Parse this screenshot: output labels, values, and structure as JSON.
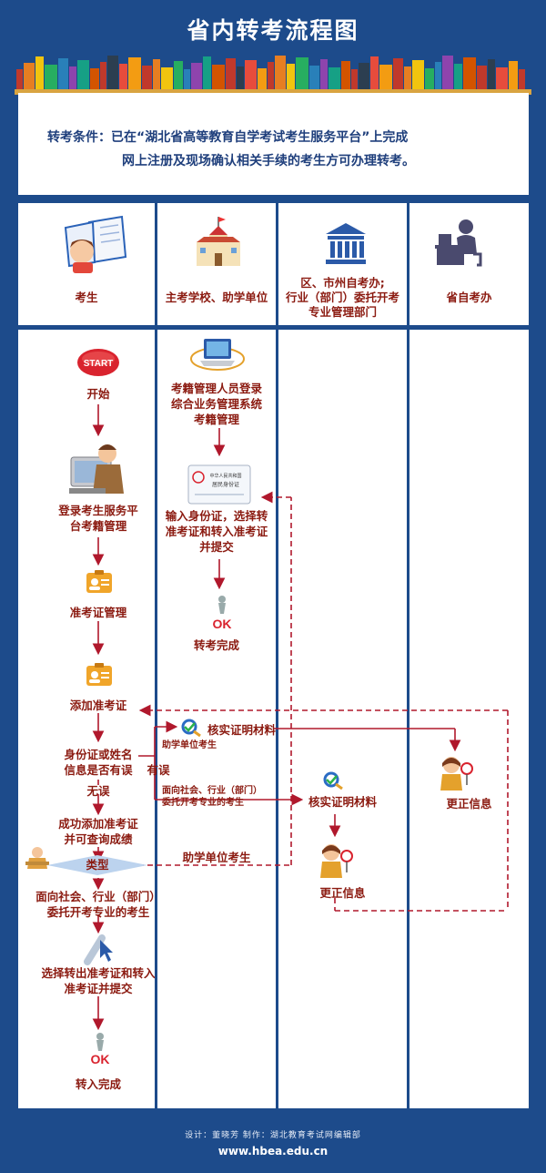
{
  "title": "省内转考流程图",
  "condition": {
    "label": "转考条件：",
    "line1": "已在“湖北省高等教育自学考试考生服务平台”上完成",
    "line2": "网上注册及现场确认相关手续的考生方可办理转考。"
  },
  "columns": {
    "candidate": "考生",
    "school_line1": "主考学校、助学单位",
    "district_line1": "区、市州自考办;",
    "district_line2": "行业（部门）委托开考",
    "district_line3": "专业管理部门",
    "province": "省自考办"
  },
  "flow": {
    "start_badge": "START",
    "start": "开始",
    "login_line1": "登录考生服务平",
    "login_line2": "台考籍管理",
    "admission_mgmt": "准考证管理",
    "add_admission": "添加准考证",
    "check_line1": "身份证或姓名",
    "check_line2": "信息是否有误",
    "no_error": "无误",
    "has_error": "有误",
    "success_line1": "成功添加准考证",
    "success_line2": "并可查询成绩",
    "type": "类型",
    "social_line1": "面向社会、行业（部门）",
    "social_line2": "委托开考专业的考生",
    "select_line1": "选择转出准考证和转入",
    "select_line2": "准考证并提交",
    "ok_badge": "OK",
    "transfer_in_done": "转入完成",
    "school_login_line1": "考籍管理人员登录",
    "school_login_line2": "综合业务管理系统",
    "school_login_line3": "考籍管理",
    "id_card_title": "中华人民共和国",
    "id_card_sub": "居民身份证",
    "input_line1": "输入身份证，选择转",
    "input_line2": "准考证和转入准考证",
    "input_line3": "并提交",
    "transfer_done": "转考完成",
    "verify_top": "核实证明材料",
    "assist_candidate_small": "助学单位考生",
    "social_small_line1": "面向社会、行业（部门）",
    "social_small_line2": "委托开考专业的考生",
    "verify_mid": "核实证明材料",
    "correct_province": "更正信息",
    "correct_district": "更正信息",
    "assist_candidate_label": "助学单位考生"
  },
  "footer": {
    "credit": "设计：董晓芳   制作：湖北教育考试网编辑部",
    "url": "www.hbea.edu.cn"
  },
  "colors": {
    "background": "#1d4b8b",
    "accent_red": "#8b1a10",
    "text_blue": "#1f3f7c",
    "arrow_red": "#b0182c"
  }
}
